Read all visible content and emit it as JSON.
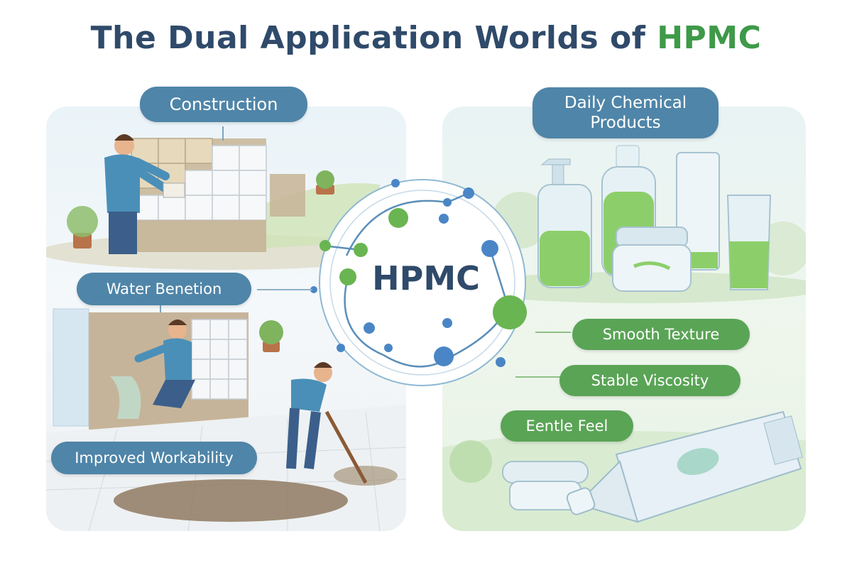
{
  "title": {
    "main": "The Dual Application Worlds of",
    "accent": "HPMC"
  },
  "center": {
    "label": "HPMC"
  },
  "left_panel": {
    "category": "Construction",
    "features": [
      "Water Benetion",
      "Improved Workability"
    ]
  },
  "right_panel": {
    "category_line1": "Daily Chemical",
    "category_line2": "Products",
    "features": [
      "Smooth Texture",
      "Stable Viscosity",
      "Eentle Feel"
    ]
  },
  "colors": {
    "title": "#2f4a6a",
    "accent": "#3e9a48",
    "blue_pill": "#4f85a8",
    "green_pill": "#5aa456"
  }
}
